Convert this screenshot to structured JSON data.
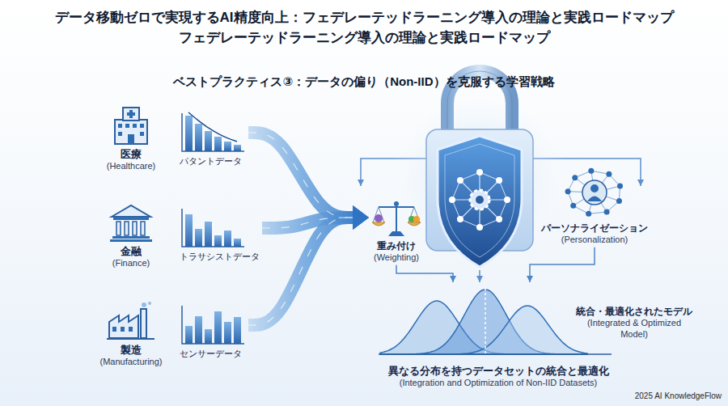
{
  "diagram": {
    "title": "データ移動ゼロで実現するAI精度向上：フェデレーテッドラーニング導入の理論と実践ロードマップ",
    "nodes": [
      {
        "text": [
          "医療",
          "(Healthcare)"
        ]
      },
      {
        "text": [
          "パタントデータ"
        ]
      },
      {
        "text": [
          "金融",
          "(Finance)"
        ]
      },
      {
        "text": [
          "トラサシストデータ"
        ]
      },
      {
        "text": [
          "製造",
          "(Manufacturing)"
        ]
      },
      {
        "text": [
          "センサーデータ"
        ]
      },
      {
        "text": [
          "重み付け",
          "(Weighting)"
        ]
      },
      {
        "text": [
          "パーソナライゼーション",
          "(Personalization)"
        ]
      },
      {
        "text": [
          "異なる分布を持つデータセットの統合と最適化",
          "(Integration and Optimization of Non-IID Datasets)"
        ]
      },
      {
        "text": [
          "統合・最適化されたモデル",
          "(Integrated & Optimized Model)"
        ]
      }
    ],
    "edges": [
      {
        "from": 1,
        "to": 6,
        "arrow": "to"
      },
      {
        "from": 3,
        "to": 6,
        "arrow": "to"
      },
      {
        "from": 5,
        "to": 6,
        "arrow": "to"
      },
      {
        "from": 6,
        "to": 8,
        "arrow": "to"
      },
      {
        "from": 7,
        "to": 8,
        "arrow": "to"
      }
    ],
    "labels": [
      "フェデレーテッドラーニング導入の理論と実践ロードマップ",
      "ベストプラクティス③：データの偏り（Non-IID）を克服する学習戦略",
      "2025 AI KnowledgeFlow"
    ]
  }
}
